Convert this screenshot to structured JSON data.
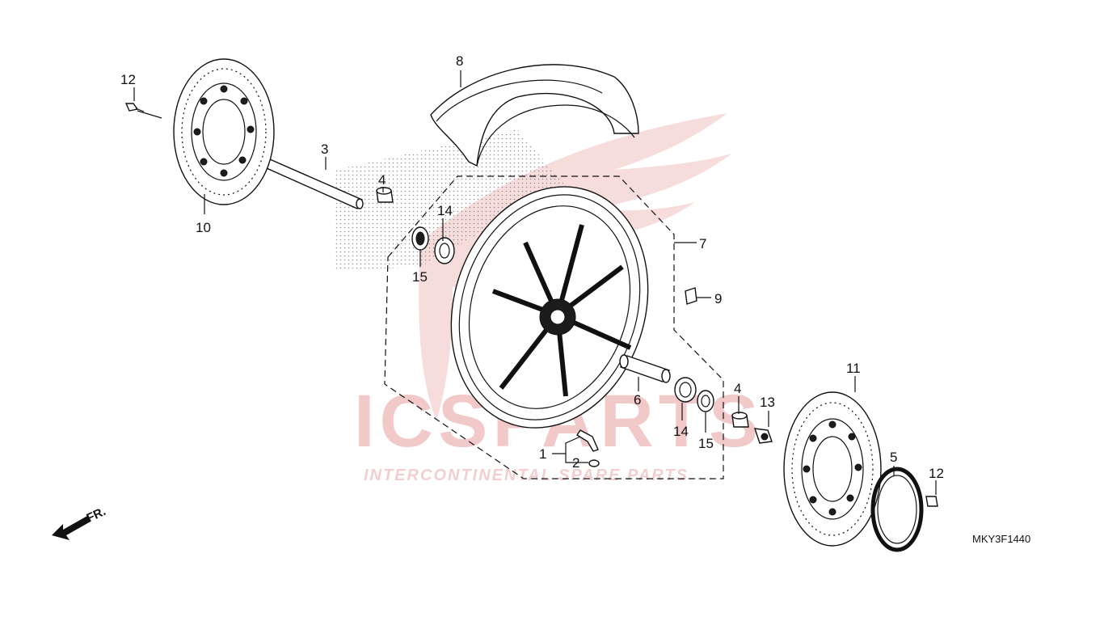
{
  "diagram": {
    "code": "MKY3F1440",
    "direction_label": "FR.",
    "watermark": {
      "brand": "ICSPARTS",
      "tagline": "INTERCONTINENTAL SPARE PARTS",
      "color": "#e86a6a"
    },
    "callouts": [
      {
        "id": "c1",
        "text": "1"
      },
      {
        "id": "c2",
        "text": "2"
      },
      {
        "id": "c3",
        "text": "3"
      },
      {
        "id": "c4a",
        "text": "4"
      },
      {
        "id": "c4b",
        "text": "4"
      },
      {
        "id": "c5",
        "text": "5"
      },
      {
        "id": "c6",
        "text": "6"
      },
      {
        "id": "c7",
        "text": "7"
      },
      {
        "id": "c8",
        "text": "8"
      },
      {
        "id": "c9",
        "text": "9"
      },
      {
        "id": "c10",
        "text": "10"
      },
      {
        "id": "c11",
        "text": "11"
      },
      {
        "id": "c12a",
        "text": "12"
      },
      {
        "id": "c12b",
        "text": "12"
      },
      {
        "id": "c13",
        "text": "13"
      },
      {
        "id": "c14a",
        "text": "14"
      },
      {
        "id": "c14b",
        "text": "14"
      },
      {
        "id": "c15a",
        "text": "15"
      },
      {
        "id": "c15b",
        "text": "15"
      }
    ]
  }
}
